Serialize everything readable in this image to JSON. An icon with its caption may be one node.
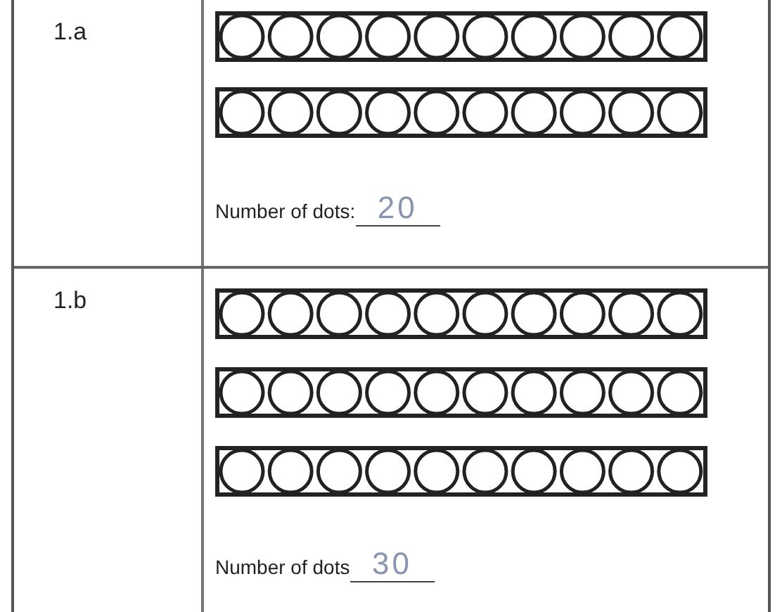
{
  "diagram": {
    "labels": [
      "1.a",
      "Number of dots:",
      "20",
      "1.b",
      "Number of dots",
      "30"
    ]
  }
}
